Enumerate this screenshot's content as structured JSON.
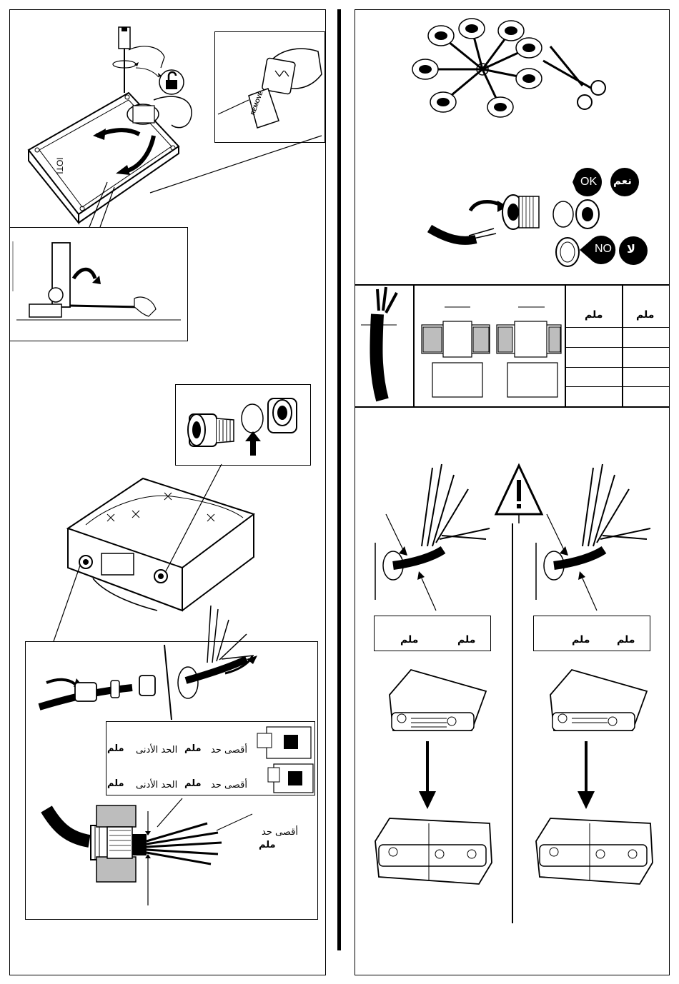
{
  "left_panel": {
    "remove_tab": "REMOVE",
    "device_brand": "IOTI"
  },
  "right_top": {
    "ok_badge": "OK",
    "yes_arabic": "نعم",
    "no_badge": "NO",
    "no_arabic": "لا"
  },
  "table": {
    "col1_header": "ملم",
    "col2_header": "ملم"
  },
  "warning": {
    "left_box": {
      "label_a": "ملم",
      "label_b": "ملم"
    },
    "right_box": {
      "label_a": "ملم",
      "label_b": "ملم"
    }
  },
  "strip_box": {
    "row1": {
      "max_label": "أقصى حد",
      "max_unit": "ملم",
      "min_label": "الحد الأدنى",
      "min_unit": "ملم"
    },
    "row2": {
      "max_label": "أقصى حد",
      "max_unit": "ملم",
      "min_label": "الحد الأدنى",
      "min_unit": "ملم"
    },
    "side_max_label": "أقصى حد",
    "side_max_unit": "ملم"
  },
  "colors": {
    "ink": "#000000",
    "paper": "#ffffff",
    "shade": "#bdbdbd"
  }
}
